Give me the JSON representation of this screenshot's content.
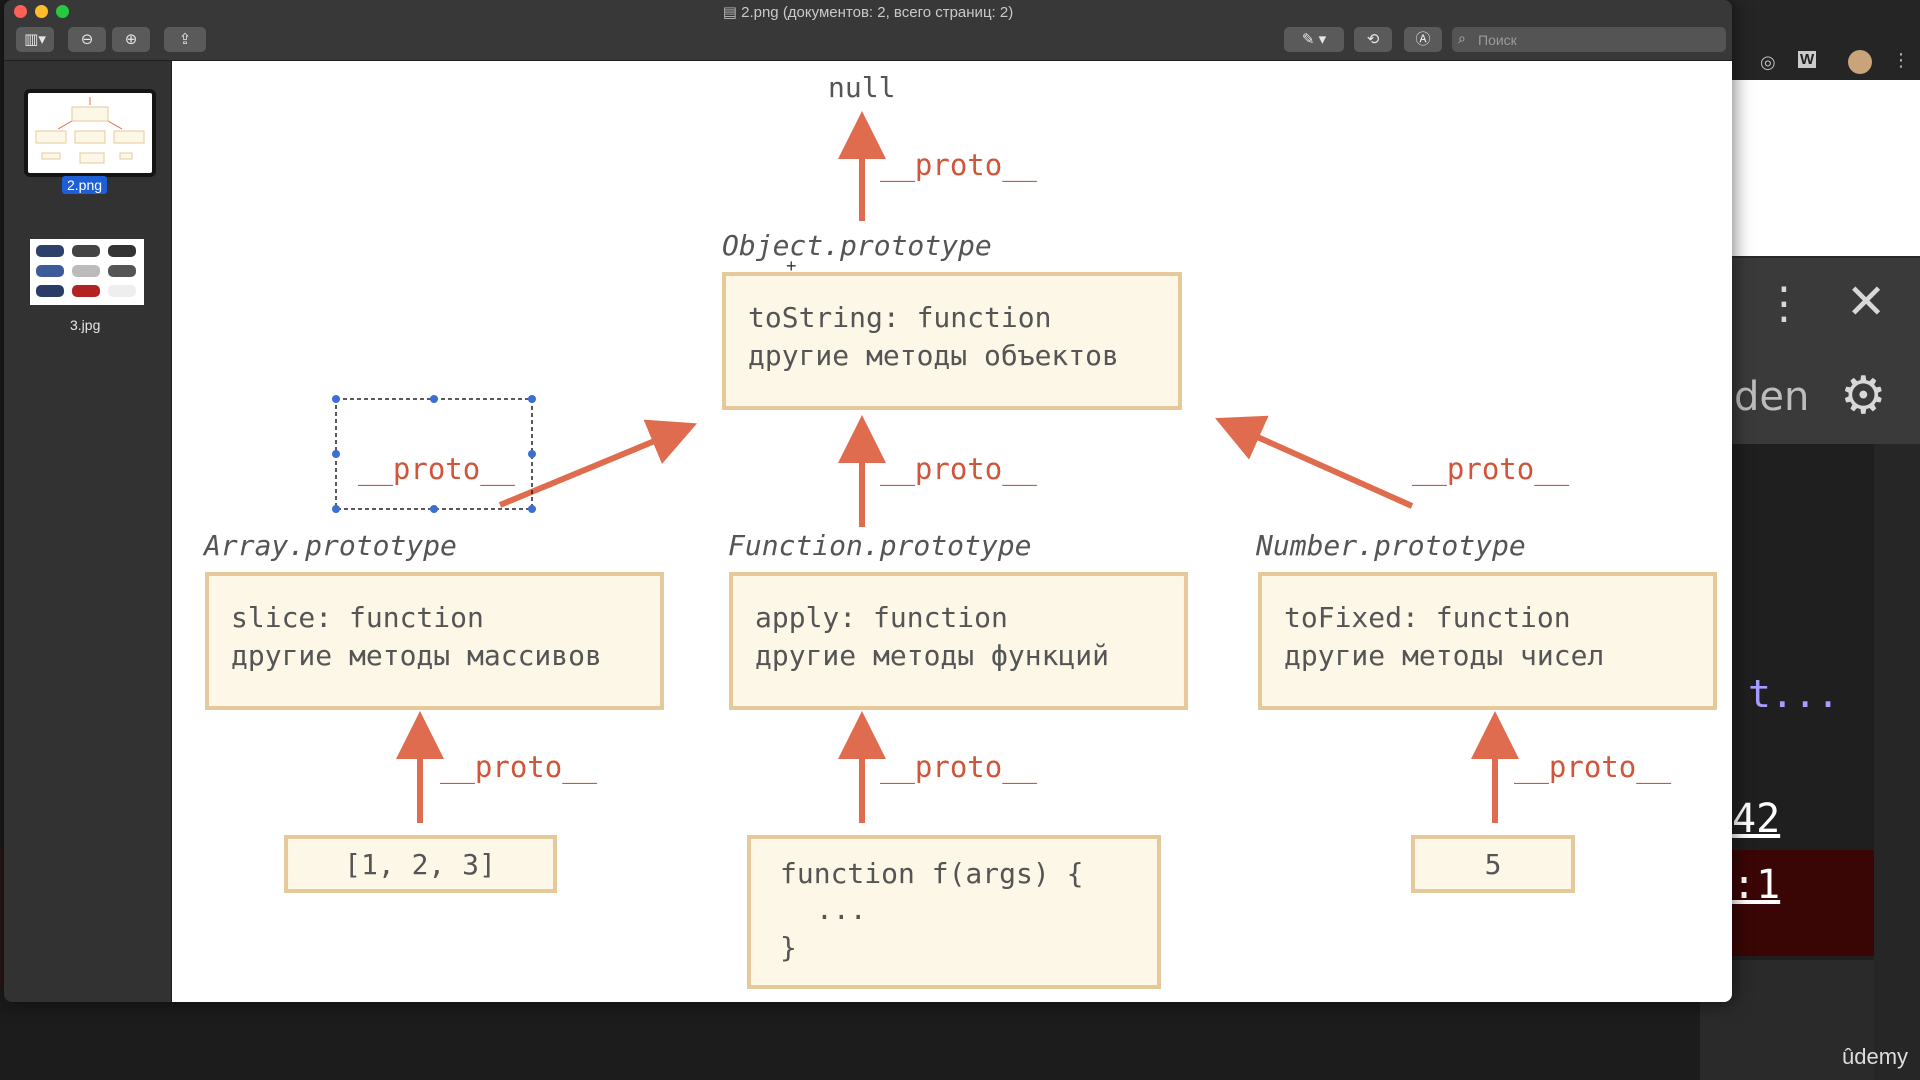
{
  "window": {
    "title": "2.png (документов: 2, всего страниц: 2)",
    "search_placeholder": "Поиск"
  },
  "sidebar": {
    "items": [
      {
        "label": "2.png",
        "selected": true
      },
      {
        "label": "3.jpg",
        "selected": false
      }
    ]
  },
  "diagram": {
    "null_label": "null",
    "proto_label": "__proto__",
    "object_prototype": {
      "title": "Object.prototype",
      "line1": "toString: function",
      "line2": "другие методы объектов"
    },
    "array_prototype": {
      "title": "Array.prototype",
      "line1": "slice: function",
      "line2": "другие методы массивов"
    },
    "function_prototype": {
      "title": "Function.prototype",
      "line1": "apply: function",
      "line2": "другие методы функций"
    },
    "number_prototype": {
      "title": "Number.prototype",
      "line1": "toFixed: function",
      "line2": "другие методы чисел"
    },
    "array_instance": "[1, 2, 3]",
    "function_instance": {
      "line1": "function f(args) {",
      "line2": "...",
      "line3": "}"
    },
    "number_instance": "5",
    "colors": {
      "arrow": "#e06c50",
      "box_fill": "#fdf7e8",
      "box_border": "#e5c99b",
      "text": "#555555",
      "proto_text": "#d0553a"
    }
  },
  "background": {
    "right_text_den": "den",
    "right_text_t": "t...",
    "right_link_42": "42",
    "right_link_1": ":1",
    "udemy_logo": "ûdemy"
  }
}
